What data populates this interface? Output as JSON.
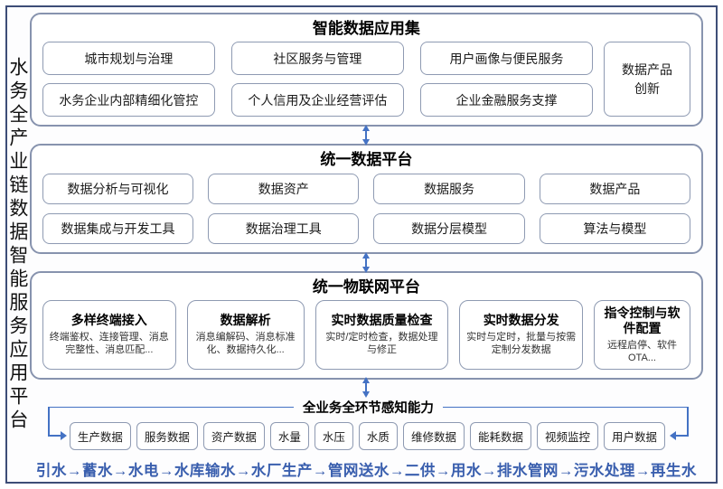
{
  "platform": {
    "vertical_title": "水务全产业链数据智能服务应用平台"
  },
  "colors": {
    "frame_border": "#3d4d77",
    "section_border": "#8793ae",
    "arrow_blue": "#4472c4",
    "flow_text_blue": "#3a5fae"
  },
  "sections": {
    "applications": {
      "title": "智能数据应用集",
      "items": [
        "城市规划与治理",
        "社区服务与管理",
        "用户画像与便民服务",
        "水务企业内部精细化管控",
        "个人信用及企业经营评估",
        "企业金融服务支撑"
      ],
      "side_item": "数据产品创新"
    },
    "data_platform": {
      "title": "统一数据平台",
      "items": [
        "数据分析与可视化",
        "数据资产",
        "数据服务",
        "数据产品",
        "数据集成与开发工具",
        "数据治理工具",
        "数据分层模型",
        "算法与模型"
      ]
    },
    "iot_platform": {
      "title": "统一物联网平台",
      "modules": [
        {
          "name": "多样终端接入",
          "desc": "终端鉴权、连接管理、消息完整性、消息匹配..."
        },
        {
          "name": "数据解析",
          "desc": "消息编解码、消息标准化、数据持久化..."
        },
        {
          "name": "实时数据质量检查",
          "desc": "实时/定时检查，数据处理与修正"
        },
        {
          "name": "实时数据分发",
          "desc": "实时与定时，批量与按需定制分发数据"
        },
        {
          "name": "指令控制与软件配置",
          "desc": "远程启停、软件OTA..."
        }
      ]
    },
    "perception": {
      "title": "全业务全环节感知能力",
      "items": [
        "生产数据",
        "服务数据",
        "资产数据",
        "水量",
        "水压",
        "水质",
        "维修数据",
        "能耗数据",
        "视频监控",
        "用户数据"
      ]
    }
  },
  "process_flow": "引水→蓄水→水电→水库输水→水厂生产→管网送水→二供→用水→排水管网→污水处理→再生水"
}
